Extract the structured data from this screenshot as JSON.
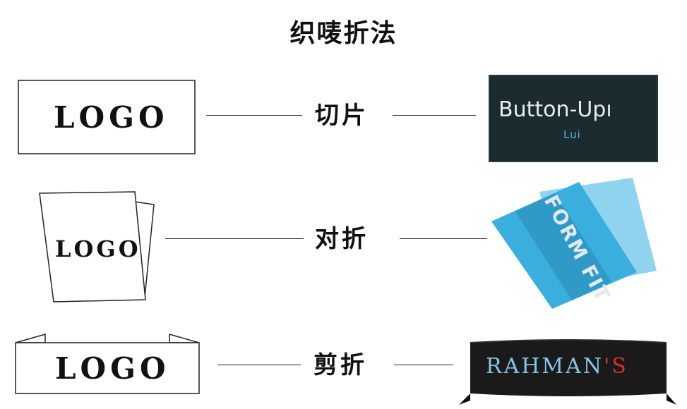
{
  "title": "织唛折法",
  "logo_text": "LOGO",
  "rows": [
    {
      "fold_label": "切片",
      "sample_brand": "Button-Upı",
      "sample_sub": "Lui",
      "colors": {
        "label": "#1c2b30",
        "brand": "#e8eef0",
        "sub": "#4fb8e8"
      }
    },
    {
      "fold_label": "对折",
      "sample_brand": "FORM FIT",
      "colors": {
        "label": "#3aaedc",
        "brand": "#dfe9ee"
      }
    },
    {
      "fold_label": "剪折",
      "sample_brand_a": "RAHMAN",
      "sample_brand_b": "'S",
      "colors": {
        "label": "#1a1a1a",
        "brand": "#86c3e8",
        "accent": "#d8312b"
      }
    }
  ]
}
